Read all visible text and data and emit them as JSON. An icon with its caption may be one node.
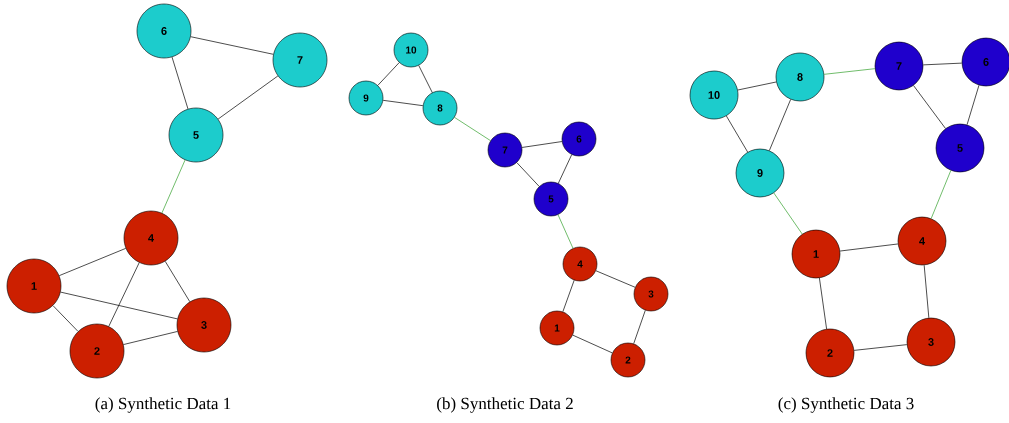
{
  "diagram": {
    "nodes": [
      {
        "text": [
          "1"
        ]
      },
      {
        "text": [
          "2"
        ]
      },
      {
        "text": [
          "3"
        ]
      },
      {
        "text": [
          "4"
        ]
      },
      {
        "text": [
          "5"
        ]
      },
      {
        "text": [
          "6"
        ]
      },
      {
        "text": [
          "7"
        ]
      },
      {
        "text": [
          "1"
        ]
      },
      {
        "text": [
          "2"
        ]
      },
      {
        "text": [
          "3"
        ]
      },
      {
        "text": [
          "4"
        ]
      },
      {
        "text": [
          "5"
        ]
      },
      {
        "text": [
          "6"
        ]
      },
      {
        "text": [
          "7"
        ]
      },
      {
        "text": [
          "8"
        ]
      },
      {
        "text": [
          "9"
        ]
      },
      {
        "text": [
          "10"
        ]
      },
      {
        "text": [
          "1"
        ]
      },
      {
        "text": [
          "2"
        ]
      },
      {
        "text": [
          "3"
        ]
      },
      {
        "text": [
          "4"
        ]
      },
      {
        "text": [
          "5"
        ]
      },
      {
        "text": [
          "6"
        ]
      },
      {
        "text": [
          "7"
        ]
      },
      {
        "text": [
          "8"
        ]
      },
      {
        "text": [
          "9"
        ]
      },
      {
        "text": [
          "10"
        ]
      }
    ],
    "edges": [
      {
        "from": 5,
        "to": 6,
        "arrow": "none"
      },
      {
        "from": 5,
        "to": 4,
        "arrow": "none"
      },
      {
        "from": 4,
        "to": 6,
        "arrow": "none"
      },
      {
        "from": 4,
        "to": 3,
        "arrow": "none",
        "color": "#33a02c"
      },
      {
        "from": 3,
        "to": 0,
        "arrow": "none"
      },
      {
        "from": 3,
        "to": 1,
        "arrow": "none"
      },
      {
        "from": 3,
        "to": 2,
        "arrow": "none"
      },
      {
        "from": 0,
        "to": 2,
        "arrow": "none"
      },
      {
        "from": 0,
        "to": 1,
        "arrow": "none"
      },
      {
        "from": 1,
        "to": 2,
        "arrow": "none"
      },
      {
        "from": 16,
        "to": 15,
        "arrow": "none"
      },
      {
        "from": 16,
        "to": 14,
        "arrow": "none"
      },
      {
        "from": 15,
        "to": 14,
        "arrow": "none"
      },
      {
        "from": 14,
        "to": 13,
        "arrow": "none",
        "color": "#33a02c"
      },
      {
        "from": 13,
        "to": 12,
        "arrow": "none"
      },
      {
        "from": 13,
        "to": 11,
        "arrow": "none"
      },
      {
        "from": 12,
        "to": 11,
        "arrow": "none"
      },
      {
        "from": 11,
        "to": 10,
        "arrow": "none",
        "color": "#33a02c"
      },
      {
        "from": 10,
        "to": 9,
        "arrow": "none"
      },
      {
        "from": 10,
        "to": 7,
        "arrow": "none"
      },
      {
        "from": 9,
        "to": 8,
        "arrow": "none"
      },
      {
        "from": 7,
        "to": 8,
        "arrow": "none"
      },
      {
        "from": 26,
        "to": 24,
        "arrow": "none"
      },
      {
        "from": 26,
        "to": 25,
        "arrow": "none"
      },
      {
        "from": 24,
        "to": 25,
        "arrow": "none"
      },
      {
        "from": 24,
        "to": 23,
        "arrow": "none",
        "color": "#33a02c"
      },
      {
        "from": 23,
        "to": 22,
        "arrow": "none"
      },
      {
        "from": 23,
        "to": 21,
        "arrow": "none"
      },
      {
        "from": 22,
        "to": 21,
        "arrow": "none"
      },
      {
        "from": 21,
        "to": 20,
        "arrow": "none",
        "color": "#33a02c"
      },
      {
        "from": 25,
        "to": 17,
        "arrow": "none",
        "color": "#33a02c"
      },
      {
        "from": 17,
        "to": 20,
        "arrow": "none"
      },
      {
        "from": 17,
        "to": 18,
        "arrow": "none"
      },
      {
        "from": 20,
        "to": 19,
        "arrow": "none"
      },
      {
        "from": 18,
        "to": 19,
        "arrow": "none"
      }
    ],
    "labels": [
      "(a) Synthetic Data 1",
      "(b) Synthetic Data 2",
      "(c) Synthetic Data 3"
    ]
  }
}
